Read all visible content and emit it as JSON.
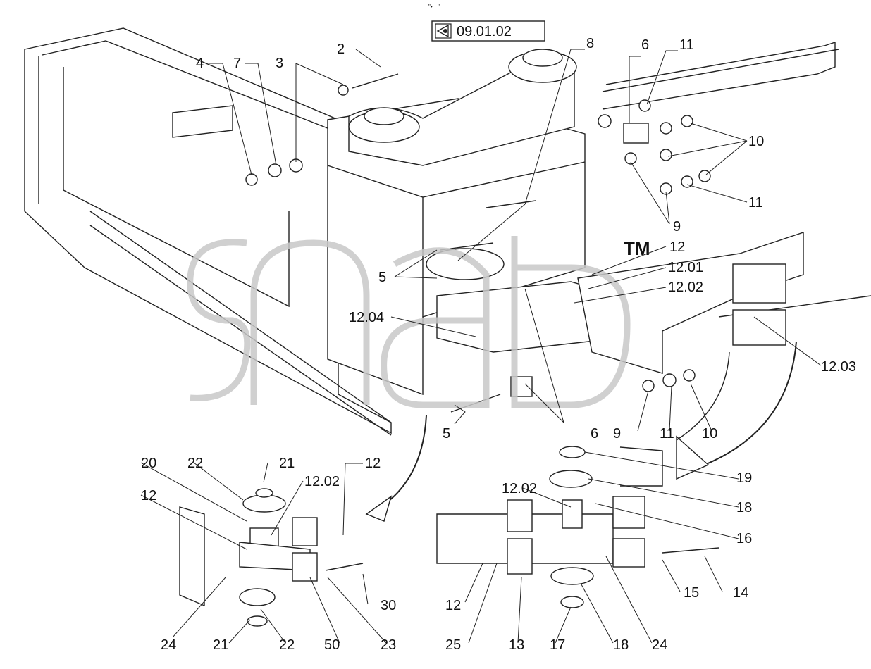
{
  "reference": {
    "code": "09.01.02",
    "icon": "eye-view-icon"
  },
  "watermark": {
    "text": "snab",
    "tm": "TM",
    "color": "#cfcfcf"
  },
  "top_mark": "\"• ...\"",
  "labels": {
    "l2": "2",
    "l4": "4",
    "l7": "7",
    "l3": "3",
    "l8": "8",
    "l6a": "6",
    "l11a": "11",
    "l10a": "10",
    "l11b": "11",
    "l9a": "9",
    "l12a": "12",
    "l1201": "12.01",
    "l1202a": "12.02",
    "l5a": "5",
    "l1204": "12.04",
    "l1203": "12.03",
    "l5b": "5",
    "l6b": "6",
    "l9b": "9",
    "l11c": "11",
    "l10b": "10",
    "l20": "20",
    "l22a": "22",
    "l21a": "21",
    "l1202b": "12.02",
    "l12b": "12",
    "l12c": "12",
    "l24a": "24",
    "l21b": "21",
    "l22b": "22",
    "l50": "50",
    "l23": "23",
    "l30": "30",
    "l1202c": "12.02",
    "l19": "19",
    "l18a": "18",
    "l16": "16",
    "l15": "15",
    "l14": "14",
    "l12d": "12",
    "l25": "25",
    "l13": "13",
    "l17": "17",
    "l18b": "18",
    "l24b": "24"
  },
  "colors": {
    "line": "#222222",
    "part_fill": "#ffffff"
  }
}
